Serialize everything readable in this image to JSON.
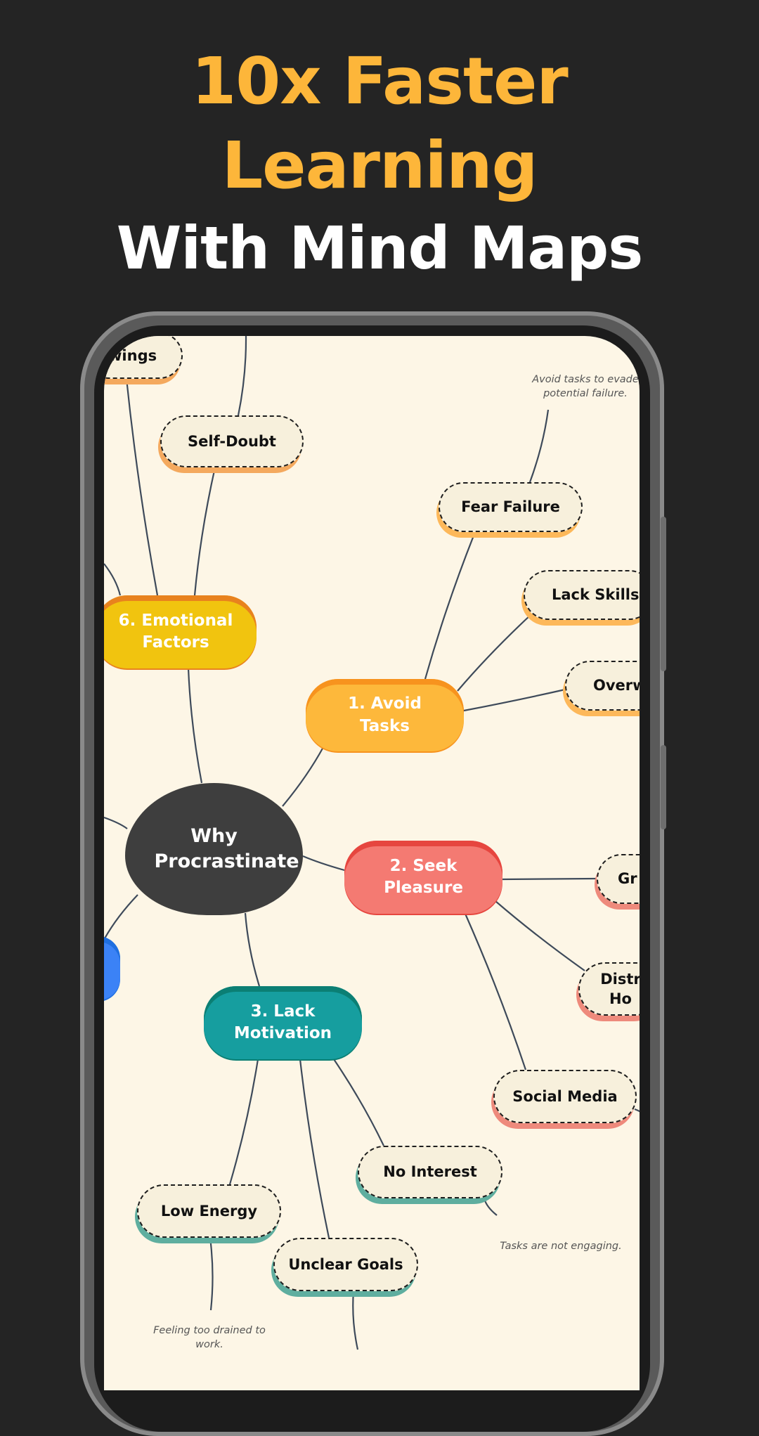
{
  "headline": {
    "line1": "10x Faster",
    "line2": "Learning",
    "line3": "With Mind Maps"
  },
  "colors": {
    "accent": "#fdb63a",
    "background": "#242424",
    "canvas": "#fdf6e6",
    "edge": "#3e4a5a"
  },
  "mindmap": {
    "root": "Why Procrastinate",
    "nodes": [
      {
        "label": "Swings",
        "type": "leaf",
        "branch_color": "#f4a95e"
      },
      {
        "label": "Self-Doubt",
        "type": "leaf",
        "branch_color": "#f4a95e"
      },
      {
        "label": "6. Emotional Factors",
        "type": "main",
        "color": "#f1c40f",
        "top_color": "#e8821e"
      },
      {
        "label": "Fear Failure",
        "type": "leaf",
        "branch_color": "#fdb85a"
      },
      {
        "label": "Lack Skills",
        "type": "leaf",
        "branch_color": "#fdb85a"
      },
      {
        "label": "Overwh",
        "type": "leaf",
        "branch_color": "#fdb85a"
      },
      {
        "label": "1. Avoid Tasks",
        "type": "main",
        "color": "#fdb83b",
        "top_color": "#f7931e"
      },
      {
        "label": "Why Procrastinate",
        "type": "root",
        "color": "#3e3e3e"
      },
      {
        "label": "2. Seek Pleasure",
        "type": "main",
        "color": "#f47a72",
        "top_color": "#e6463f"
      },
      {
        "label": "Gr",
        "type": "leaf",
        "branch_color": "#ee8a7c"
      },
      {
        "label": "Distr Ho",
        "type": "leaf",
        "branch_color": "#ee8a7c"
      },
      {
        "label": "",
        "type": "main",
        "color": "#3b82f6",
        "top_color": "#1f6fe0"
      },
      {
        "label": "3. Lack Motivation",
        "type": "main",
        "color": "#169e9f",
        "top_color": "#0b7f74"
      },
      {
        "label": "Social Media",
        "type": "leaf",
        "branch_color": "#ee8a7c"
      },
      {
        "label": "No Interest",
        "type": "leaf",
        "branch_color": "#5fae9f"
      },
      {
        "label": "Low Energy",
        "type": "leaf",
        "branch_color": "#5fae9f"
      },
      {
        "label": "Unclear Goals",
        "type": "leaf",
        "branch_color": "#5fae9f"
      }
    ],
    "notes": [
      "Avoid tasks to evade potential failure.",
      "Tasks are not engaging.",
      "Feeling too drained to work."
    ]
  }
}
